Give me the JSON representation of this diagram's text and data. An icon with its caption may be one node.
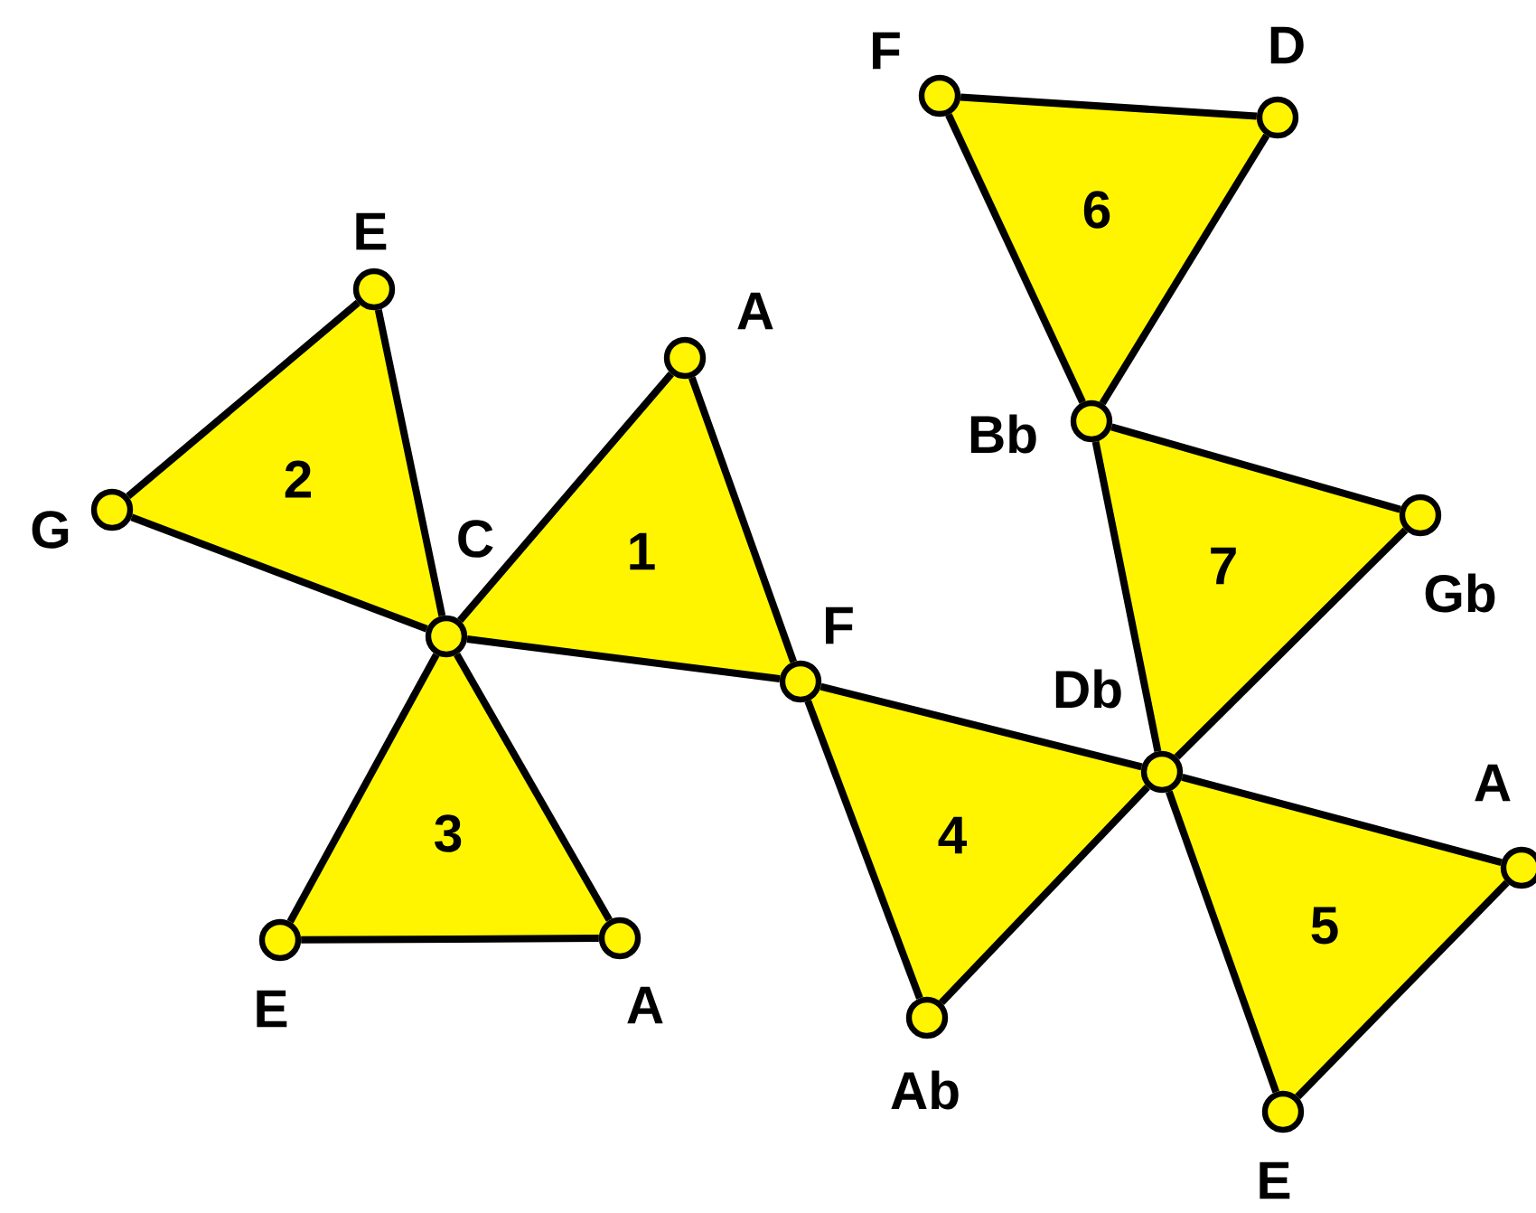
{
  "diagram": {
    "nodes": [
      {
        "text": [
          "C"
        ]
      },
      {
        "text": [
          "F"
        ]
      },
      {
        "text": [
          "Db"
        ]
      },
      {
        "text": [
          "Bb"
        ]
      },
      {
        "text": [
          "A"
        ]
      },
      {
        "text": [
          "E"
        ]
      },
      {
        "text": [
          "G"
        ]
      },
      {
        "text": [
          "E"
        ]
      },
      {
        "text": [
          "A"
        ]
      },
      {
        "text": [
          "Ab"
        ]
      },
      {
        "text": [
          "A"
        ]
      },
      {
        "text": [
          "E"
        ]
      },
      {
        "text": [
          "F"
        ]
      },
      {
        "text": [
          "D"
        ]
      },
      {
        "text": [
          "Gb"
        ]
      },
      {
        "text": [
          "1"
        ]
      },
      {
        "text": [
          "2"
        ]
      },
      {
        "text": [
          "3"
        ]
      },
      {
        "text": [
          "4"
        ]
      },
      {
        "text": [
          "5"
        ]
      },
      {
        "text": [
          "6"
        ]
      },
      {
        "text": [
          "7"
        ]
      }
    ],
    "edges": [
      {
        "from": 0,
        "to": 1,
        "arrow": "none"
      },
      {
        "from": 1,
        "to": 4,
        "arrow": "none"
      },
      {
        "from": 4,
        "to": 0,
        "arrow": "none"
      },
      {
        "from": 0,
        "to": 5,
        "arrow": "none"
      },
      {
        "from": 5,
        "to": 6,
        "arrow": "none"
      },
      {
        "from": 6,
        "to": 0,
        "arrow": "none"
      },
      {
        "from": 0,
        "to": 7,
        "arrow": "none"
      },
      {
        "from": 7,
        "to": 8,
        "arrow": "none"
      },
      {
        "from": 8,
        "to": 0,
        "arrow": "none"
      },
      {
        "from": 1,
        "to": 2,
        "arrow": "none"
      },
      {
        "from": 2,
        "to": 9,
        "arrow": "none"
      },
      {
        "from": 9,
        "to": 1,
        "arrow": "none"
      },
      {
        "from": 2,
        "to": 10,
        "arrow": "none"
      },
      {
        "from": 10,
        "to": 11,
        "arrow": "none"
      },
      {
        "from": 11,
        "to": 2,
        "arrow": "none"
      },
      {
        "from": 12,
        "to": 13,
        "arrow": "none"
      },
      {
        "from": 13,
        "to": 3,
        "arrow": "none"
      },
      {
        "from": 3,
        "to": 12,
        "arrow": "none"
      },
      {
        "from": 3,
        "to": 14,
        "arrow": "none"
      },
      {
        "from": 14,
        "to": 2,
        "arrow": "none"
      },
      {
        "from": 2,
        "to": 3,
        "arrow": "none"
      }
    ]
  }
}
